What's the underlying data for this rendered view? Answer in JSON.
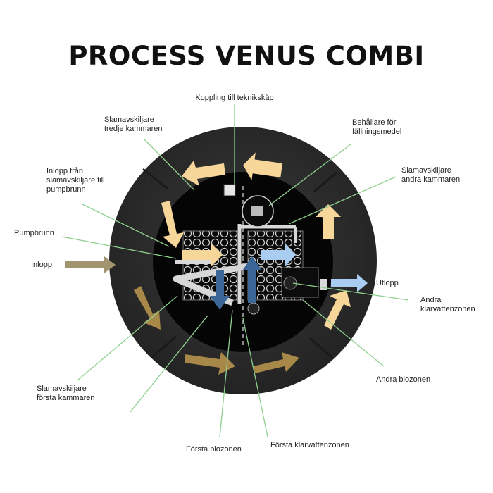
{
  "title": "PROCESS VENUS COMBI",
  "labels": {
    "koppling": "Koppling till teknikskåp",
    "slam_tredje_1": "Slamavskiljare",
    "slam_tredje_2": "tredje kammaren",
    "behallare_1": "Behållare för",
    "behallare_2": "fällningsmedel",
    "inlopp_pump_1": "Inlopp från",
    "inlopp_pump_2": "slamavskiljare till",
    "inlopp_pump_3": "pumpbrunn",
    "slam_andra_1": "Slamavskiljare",
    "slam_andra_2": "andra kammaren",
    "pumpbrunn": "Pumpbrunn",
    "inlopp": "Inlopp",
    "utlopp": "Utlopp",
    "andra_klar_1": "Andra",
    "andra_klar_2": "klarvattenzonen",
    "andra_bio": "Andra biozonen",
    "slam_forsta_1": "Slamavskiljare",
    "slam_forsta_2": "första kammaren",
    "forsta_bio": "Första biozonen",
    "forsta_klar": "Första klarvattenzonen"
  },
  "colors": {
    "leader": "#8fd08f",
    "tank_outer": "#2c2c2c",
    "tank_inner": "#050505",
    "arrow_yellow": "#f7d699",
    "arrow_brown": "#a88848",
    "arrow_blue_light": "#a9cdf0",
    "arrow_blue_dark": "#3b6796",
    "inlet_arrow": "#a39470"
  },
  "icons": [
    "flow-arrow-icon",
    "pipe-icon",
    "bio-media-grid-icon",
    "dosing-container-icon"
  ]
}
